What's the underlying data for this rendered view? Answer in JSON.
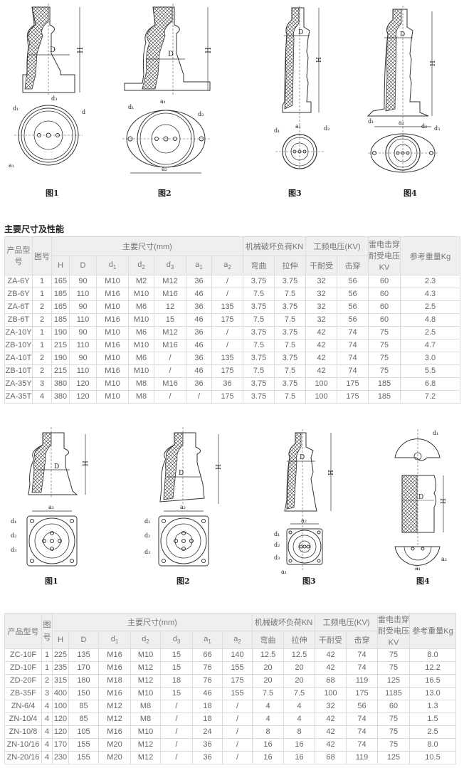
{
  "top_figures": {
    "captions": [
      "图1",
      "图2",
      "图3",
      "图4"
    ],
    "labels": {
      "H": "H",
      "D": "D",
      "d1": "d",
      "d2": "d",
      "d3": "d",
      "a1": "a",
      "a2": "a",
      "sub1": "1",
      "sub2": "2",
      "sub3": "3"
    }
  },
  "section_title": "主要尺寸及性能",
  "table1": {
    "headers": {
      "model": "产品型号",
      "fig": "图号",
      "main_dims": "主要尺寸(mm)",
      "mech_load": "机械破坏负荷KN",
      "power_freq": "工频电压(KV)",
      "lightning": "雷电击穿耐受电压KV",
      "weight": "参考重量Kg",
      "H": "H",
      "D": "D",
      "d": "d",
      "a": "a",
      "bend": "弯曲",
      "tensile": "拉伸",
      "dry": "干耐受",
      "puncture": "击穿"
    },
    "rows": [
      [
        "ZA-6Y",
        "1",
        "165",
        "90",
        "M10",
        "M2",
        "M12",
        "36",
        "/",
        "3.75",
        "3.75",
        "32",
        "56",
        "60",
        "2.3"
      ],
      [
        "ZB-6Y",
        "1",
        "185",
        "110",
        "M16",
        "M10",
        "M16",
        "46",
        "/",
        "7.5",
        "7.5",
        "32",
        "56",
        "60",
        "4.3"
      ],
      [
        "ZA-6T",
        "2",
        "165",
        "90",
        "M10",
        "M6",
        "12",
        "36",
        "135",
        "3.75",
        "3.75",
        "32",
        "56",
        "60",
        "2.5"
      ],
      [
        "ZB-6T",
        "2",
        "185",
        "110",
        "M16",
        "M10",
        "15",
        "46",
        "175",
        "7.5",
        "7.5",
        "32",
        "56",
        "60",
        "4.8"
      ],
      [
        "ZA-10Y",
        "1",
        "190",
        "90",
        "M10",
        "M6",
        "M12",
        "36",
        "/",
        "3.75",
        "3.75",
        "42",
        "74",
        "75",
        "2.5"
      ],
      [
        "ZB-10Y",
        "1",
        "215",
        "110",
        "M16",
        "M10",
        "M16",
        "46",
        "/",
        "7.5",
        "7.5",
        "42",
        "74",
        "75",
        "4.7"
      ],
      [
        "ZA-10T",
        "2",
        "190",
        "90",
        "M10",
        "M6",
        "/",
        "36",
        "135",
        "3.75",
        "3.75",
        "42",
        "74",
        "75",
        "3.0"
      ],
      [
        "ZB-10T",
        "2",
        "215",
        "110",
        "M16",
        "M10",
        "/",
        "46",
        "175",
        "7.5",
        "7.5",
        "42",
        "74",
        "75",
        "5.5"
      ],
      [
        "ZA-35Y",
        "3",
        "380",
        "120",
        "M10",
        "M8",
        "M16",
        "36",
        "36",
        "3.75",
        "3.75",
        "100",
        "175",
        "185",
        "6.8"
      ],
      [
        "ZA-35T",
        "4",
        "380",
        "120",
        "M10",
        "M8",
        "/",
        "/",
        "175",
        "3.75",
        "7.5",
        "100",
        "175",
        "185",
        "7.2"
      ]
    ]
  },
  "bottom_figures": {
    "captions": [
      "图1",
      "图2",
      "图3",
      "图4"
    ]
  },
  "table2": {
    "headers": {
      "model": "产品型号",
      "fig": "图号",
      "main_dims": "主要尺寸(mm)",
      "mech_load": "机械破坏负荷KN",
      "power_freq": "工频电压(KV)",
      "lightning": "雷电击穿耐受电压KV",
      "weight": "参考重量Kg",
      "H": "H",
      "D": "D",
      "d": "d",
      "a": "a",
      "bend": "弯曲",
      "tensile": "拉伸",
      "dry": "干耐受",
      "puncture": "击穿"
    },
    "rows": [
      [
        "ZC-10F",
        "1",
        "225",
        "135",
        "M16",
        "M10",
        "15",
        "66",
        "140",
        "12.5",
        "12.5",
        "42",
        "74",
        "75",
        "8.0"
      ],
      [
        "ZD-10F",
        "1",
        "235",
        "170",
        "M16",
        "M12",
        "15",
        "76",
        "155",
        "20",
        "20",
        "42",
        "74",
        "75",
        "12.2"
      ],
      [
        "ZD-20F",
        "2",
        "315",
        "180",
        "M18",
        "M12",
        "18",
        "76",
        "175",
        "20",
        "20",
        "68",
        "119",
        "125",
        "16.5"
      ],
      [
        "ZB-35F",
        "3",
        "400",
        "150",
        "M16",
        "M10",
        "15",
        "46",
        "155",
        "7.5",
        "7.5",
        "100",
        "175",
        "1185",
        "13.0"
      ],
      [
        "ZN-6/4",
        "4",
        "100",
        "85",
        "M12",
        "M8",
        "/",
        "18",
        "/",
        "4",
        "4",
        "32",
        "56",
        "60",
        "1.3"
      ],
      [
        "ZN-10/4",
        "4",
        "120",
        "85",
        "M12",
        "M8",
        "/",
        "18",
        "/",
        "4",
        "4",
        "42",
        "74",
        "75",
        "1.5"
      ],
      [
        "ZN-10/8",
        "4",
        "120",
        "105",
        "M16",
        "M10",
        "/",
        "24",
        "/",
        "8",
        "8",
        "42",
        "74",
        "75",
        "2.5"
      ],
      [
        "ZN-10/16",
        "4",
        "170",
        "155",
        "M20",
        "M12",
        "/",
        "36",
        "/",
        "16",
        "16",
        "42",
        "74",
        "75",
        "8.0"
      ],
      [
        "ZN-20/16",
        "4",
        "230",
        "155",
        "M20",
        "M12",
        "/",
        "36",
        "/",
        "16",
        "16",
        "68",
        "119",
        "125",
        "10.5"
      ]
    ]
  }
}
